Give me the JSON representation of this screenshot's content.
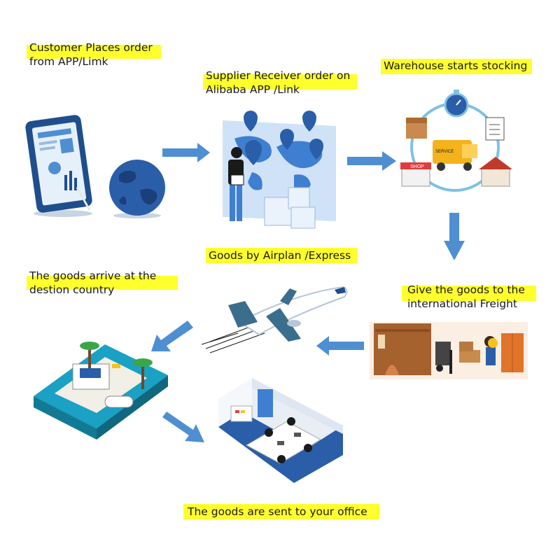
{
  "steps": {
    "customer": {
      "line1": "Customer Places order",
      "line2": "from APP/Limk"
    },
    "supplier": {
      "line1": "Supplier Receiver order on",
      "line2": "Alibaba APP /Link"
    },
    "warehouse": {
      "line1": "Warehouse starts stocking"
    },
    "freight": {
      "line1": "Give the goods to the",
      "line2": "international Freight"
    },
    "airplane": {
      "line1": "Goods by Airplan /Express"
    },
    "arrive": {
      "line1": "The goods arrive at the",
      "line2": "destion country"
    },
    "office": {
      "line1": "The goods are sent to your office"
    }
  },
  "icons": {
    "warehouse_sign": "SHOP",
    "truck_sign": "SERVICE"
  },
  "colors": {
    "highlight": "#ffff2e",
    "arrow": "#4f8fd1",
    "dark_blue": "#1f4e8c",
    "teal": "#1aa1c4"
  }
}
